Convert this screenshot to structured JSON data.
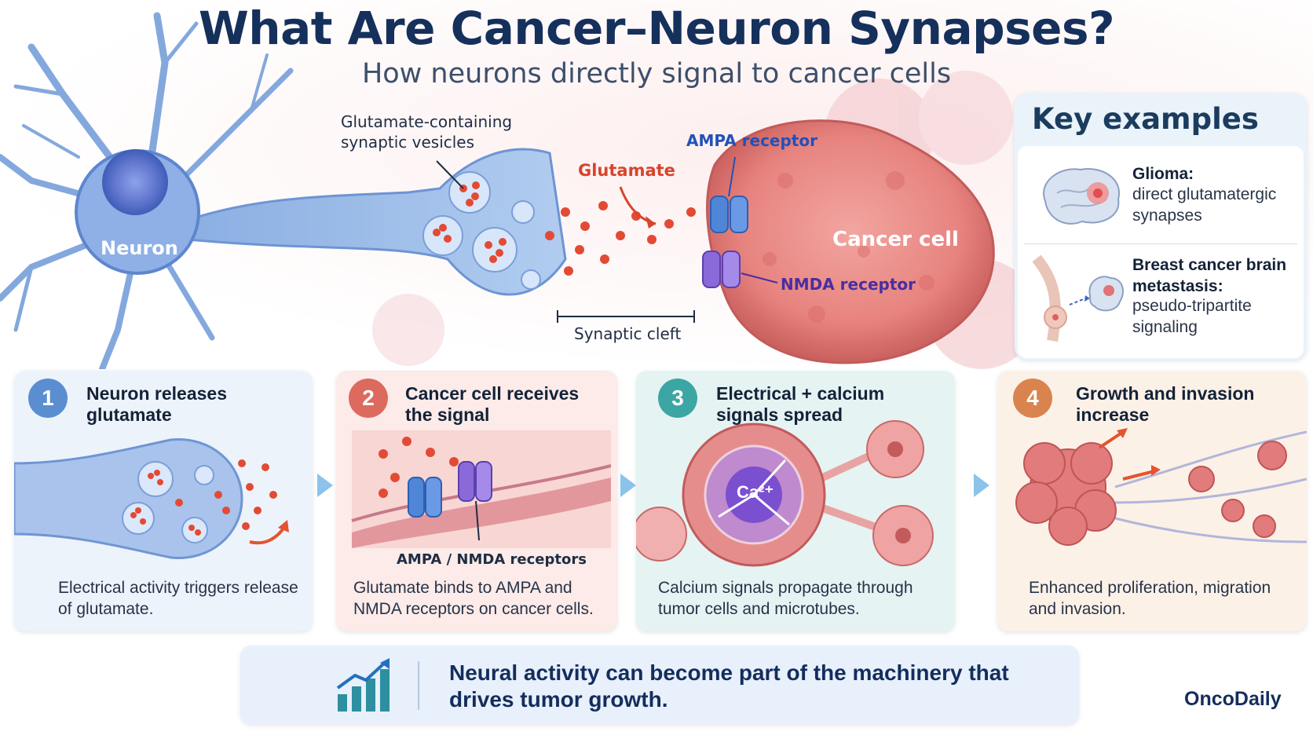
{
  "header": {
    "title": "What Are Cancer–Neuron Synapses?",
    "subtitle": "How neurons directly signal to cancer cells"
  },
  "hero": {
    "neuron": "Neuron",
    "vesicles": "Glutamate-containing synaptic vesicles",
    "glutamate": "Glutamate",
    "ampa": "AMPA receptor",
    "nmda": "NMDA receptor",
    "cancer_cell": "Cancer cell",
    "synaptic_cleft": "Synaptic cleft"
  },
  "key_examples": {
    "title": "Key examples",
    "items": [
      {
        "title": "Glioma:",
        "desc": "direct glutamatergic synapses",
        "icon": "brain-icon"
      },
      {
        "title": "Breast cancer brain metastasis:",
        "desc": "pseudo-tripartite signaling",
        "icon": "breast-to-brain-icon"
      }
    ]
  },
  "steps": [
    {
      "number": "1",
      "title": "Neuron releases glutamate",
      "desc": "Electrical activity triggers release of glutamate.",
      "color": "#5a8ed0"
    },
    {
      "number": "2",
      "title": "Cancer cell receives the signal",
      "desc": "Glutamate binds to AMPA and NMDA receptors on cancer cells.",
      "label": "AMPA / NMDA receptors",
      "color": "#dc6a5e"
    },
    {
      "number": "3",
      "title": "Electrical + calcium signals spread",
      "desc": "Calcium signals propagate through tumor cells and microtubes.",
      "label": "Ca²⁺",
      "color": "#3ba6a3"
    },
    {
      "number": "4",
      "title": "Growth and invasion increase",
      "desc": "Enhanced proliferation, migration and invasion.",
      "color": "#d9844f"
    }
  ],
  "footer": {
    "text": "Neural activity can become part of the machinery that drives tumor growth.",
    "icon": "growth-chart-icon",
    "brand": "OncoDaily"
  }
}
